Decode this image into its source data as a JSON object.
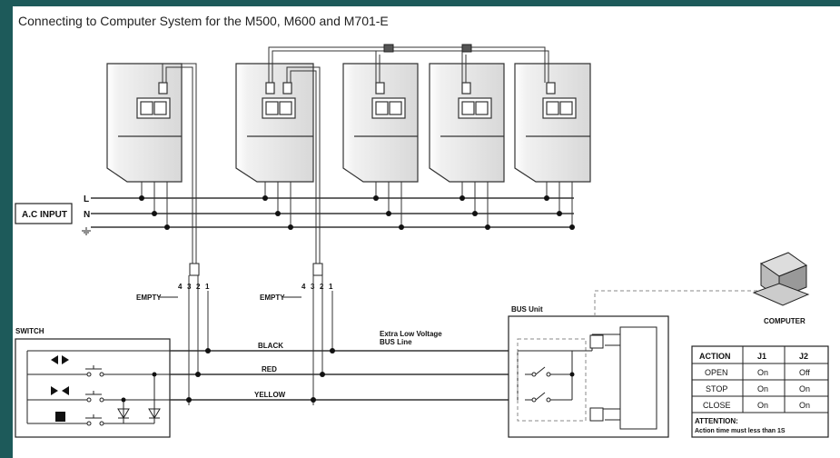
{
  "title": "Connecting to Computer System for the M500, M600 and M701-E",
  "ac_input": {
    "label": "A.C INPUT",
    "lines": [
      "L",
      "N"
    ]
  },
  "empty_labels": [
    "EMPTY",
    "EMPTY"
  ],
  "pin_numbers": [
    "4",
    "3",
    "2",
    "1"
  ],
  "switch": {
    "label": "SWITCH",
    "buttons": [
      "open-arrows-icon",
      "close-arrows-icon",
      "stop-square-icon"
    ]
  },
  "wires": [
    "BLACK",
    "RED",
    "YELLOW"
  ],
  "bus_line_label": [
    "Extra Low Voltage",
    "BUS Line"
  ],
  "bus_unit_label": "BUS Unit",
  "computer_label": "COMPUTER",
  "table": {
    "headers": [
      "ACTION",
      "J1",
      "J2"
    ],
    "rows": [
      [
        "OPEN",
        "On",
        "Off"
      ],
      [
        "STOP",
        "On",
        "On"
      ],
      [
        "CLOSE",
        "On",
        "On"
      ]
    ],
    "attention": "ATTENTION:",
    "note": "Action time must less than 1S"
  },
  "colors": {
    "frame": "#1d5a5a",
    "line": "#222222",
    "device": "#e9e9e9"
  }
}
